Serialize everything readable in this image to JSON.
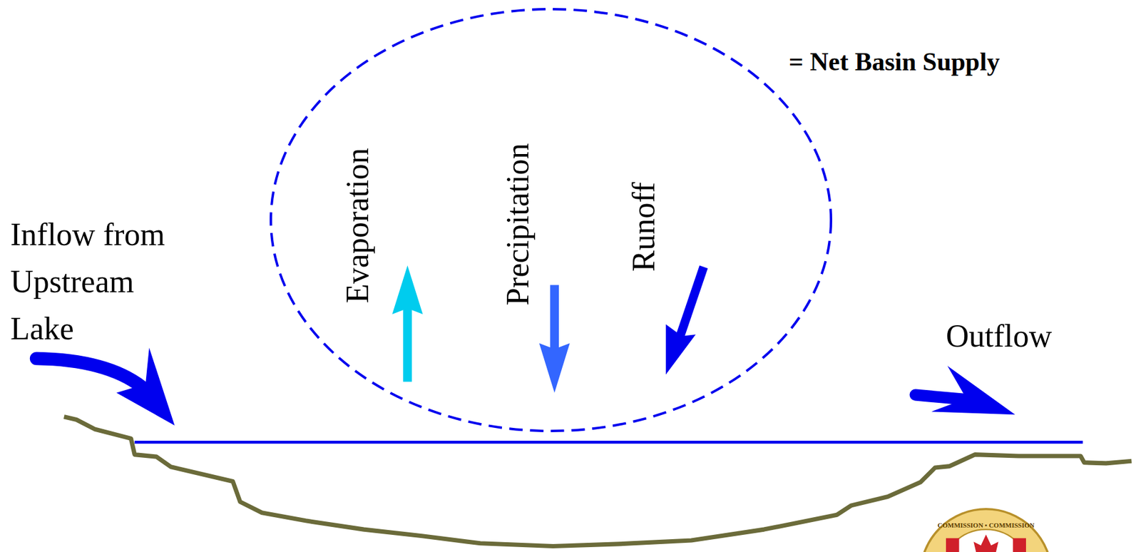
{
  "diagram": {
    "nodes": [
      {
        "text": [
          "Evaporation",
          "Precipitation",
          "Runoff",
          "= Net Basin Supply"
        ]
      }
    ],
    "labels": [
      "Inflow from Upstream Lake",
      "Outflow",
      "COMMISSION • COMMISSION"
    ]
  }
}
